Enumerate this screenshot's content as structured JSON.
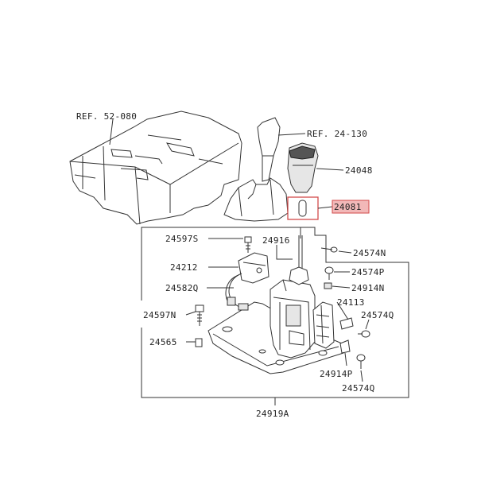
{
  "diagram": {
    "labels": {
      "ref_52_080": "REF. 52-080",
      "ref_24_130": "REF. 24-130",
      "p24048": "24048",
      "p24081": "24081",
      "p24597s": "24597S",
      "p24916": "24916",
      "p24574n": "24574N",
      "p24212": "24212",
      "p24574p": "24574P",
      "p24582q": "24582Q",
      "p24914n": "24914N",
      "p24113": "24113",
      "p24597n": "24597N",
      "p24574q_upper": "24574Q",
      "p24565": "24565",
      "p24914p": "24914P",
      "p24574q_lower": "24574Q",
      "p24919a": "24919A"
    },
    "colors": {
      "line": "#333333",
      "highlight_fill": "#f2b8b8",
      "highlight_border": "#d34a4a"
    }
  }
}
